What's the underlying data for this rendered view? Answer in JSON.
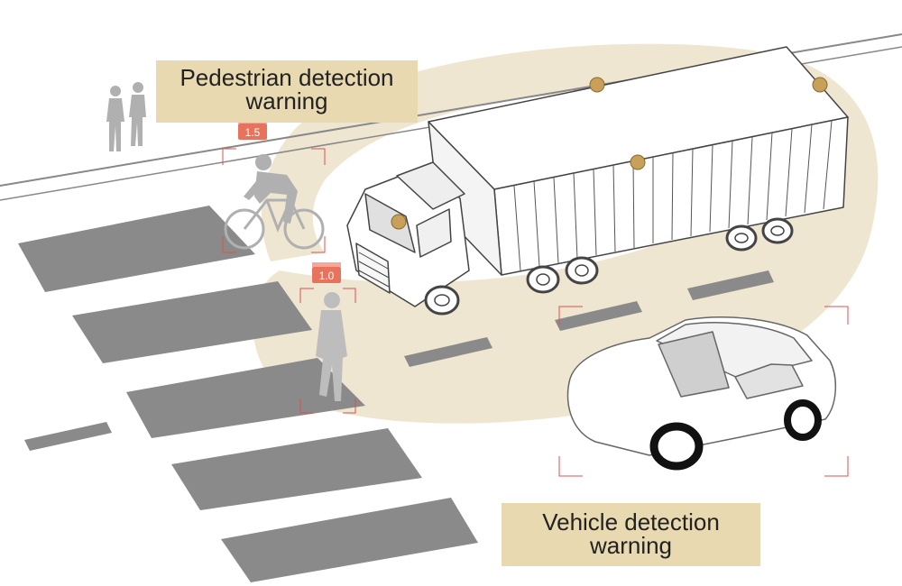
{
  "labels": {
    "pedestrian": {
      "line1": "Pedestrian  detection",
      "line2": "warning"
    },
    "vehicle": {
      "line1": "Vehicle detection",
      "line2": "warning"
    }
  },
  "distance_tags": {
    "cyclist": "1.5",
    "pedestrian": "1.0"
  },
  "colors": {
    "detection_zone": "#efe6d2",
    "label_background": "#e8d9b0",
    "crosswalk": "#8a8a8a",
    "sensor": "#c9a05a",
    "bracket": "#d9534f",
    "tag": "#e8735c"
  }
}
